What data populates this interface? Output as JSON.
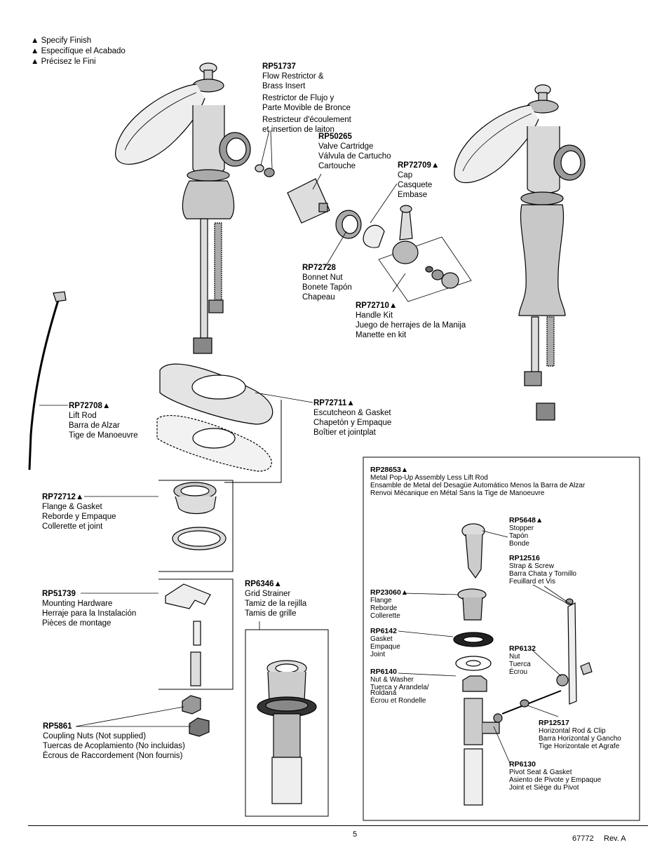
{
  "legend": [
    "▲ Specify Finish",
    "▲ Especifíque el Acabado",
    "▲ Précisez le Fini"
  ],
  "parts": {
    "rp51737": {
      "number": "RP51737",
      "lines": [
        "Flow Restrictor &",
        "Brass Insert"
      ],
      "lines_es": [
        "Restrictor de Flujo y",
        "Parte Movible de Bronce"
      ],
      "lines_fr": [
        "Restricteur d'écoulement",
        "et insertion de laiton"
      ]
    },
    "rp50265": {
      "number": "RP50265",
      "lines": [
        "Valve Cartridge",
        "Válvula de Cartucho",
        "Cartouche"
      ]
    },
    "rp72709": {
      "number": "RP72709▲",
      "lines": [
        "Cap",
        "Casquete",
        "Embase"
      ]
    },
    "rp72728": {
      "number": "RP72728",
      "lines": [
        "Bonnet Nut",
        "Bonete Tapón",
        "Chapeau"
      ]
    },
    "rp72710": {
      "number": "RP72710▲",
      "lines": [
        "Handle Kit",
        "Juego de herrajes de la Manija",
        "Manette en kit"
      ]
    },
    "rp72708": {
      "number": "RP72708▲",
      "lines": [
        "Lift Rod",
        "Barra de Alzar",
        "Tige de Manoeuvre"
      ]
    },
    "rp72711": {
      "number": "RP72711▲",
      "lines": [
        "Escutcheon & Gasket",
        "Chapetón y Empaque",
        "Boîtier et jointplat"
      ]
    },
    "rp72712": {
      "number": "RP72712▲",
      "lines": [
        "Flange & Gasket",
        "Reborde y Empaque",
        "Collerette et joint"
      ]
    },
    "rp51739": {
      "number": "RP51739",
      "lines": [
        "Mounting Hardware",
        "Herraje para la Instalación",
        "Pièces de montage"
      ]
    },
    "rp6346": {
      "number": "RP6346▲",
      "lines": [
        "Grid Strainer",
        "Tamiz de la rejilla",
        "Tamis de grille"
      ]
    },
    "rp5861": {
      "number": "RP5861",
      "lines": [
        "Coupling Nuts (Not supplied)",
        "Tuercas de Acoplamiento (No incluidas)",
        "Ècrous de Raccordement (Non fournis)"
      ]
    },
    "rp28653": {
      "number": "RP28653▲",
      "lines": [
        "Metal Pop-Up Assembly Less Lift Rod",
        "Ensamble de Metal del Desagüe Automático Menos la Barra de Alzar",
        "Renvoi Mécanique en Métal Sans la Tige de Manoeuvre"
      ]
    },
    "rp5648": {
      "number": "RP5648▲",
      "lines": [
        "Stopper",
        "Tapón",
        "Bonde"
      ]
    },
    "rp12516": {
      "number": "RP12516",
      "lines": [
        "Strap & Screw",
        "Barra Chata y Tornillo",
        "Feuillard et Vis"
      ]
    },
    "rp23060": {
      "number": "RP23060▲",
      "lines": [
        "Flange",
        "Reborde",
        "Collerette"
      ]
    },
    "rp6142": {
      "number": "RP6142",
      "lines": [
        "Gasket",
        "Empaque",
        "Joint"
      ]
    },
    "rp6132": {
      "number": "RP6132",
      "lines": [
        "Nut",
        "Tuerca",
        "Écrou"
      ]
    },
    "rp6140": {
      "number": "RP6140",
      "lines": [
        "Nut & Washer",
        "Tuerca y Arandela/",
        "Roldana",
        "Écrou et Rondelle"
      ]
    },
    "rp12517": {
      "number": "RP12517",
      "lines": [
        "Horizontal Rod & Clip",
        "Barra Horizontal y Gancho",
        "Tige Horizontale et Agrafe"
      ]
    },
    "rp6130": {
      "number": "RP6130",
      "lines": [
        "Pivot Seat & Gasket",
        "Asiento de Pivote y Empaque",
        "Joint et Siège du Pivot"
      ]
    }
  },
  "footer": {
    "page": "5",
    "doc": "67772",
    "rev": "Rev. A"
  }
}
